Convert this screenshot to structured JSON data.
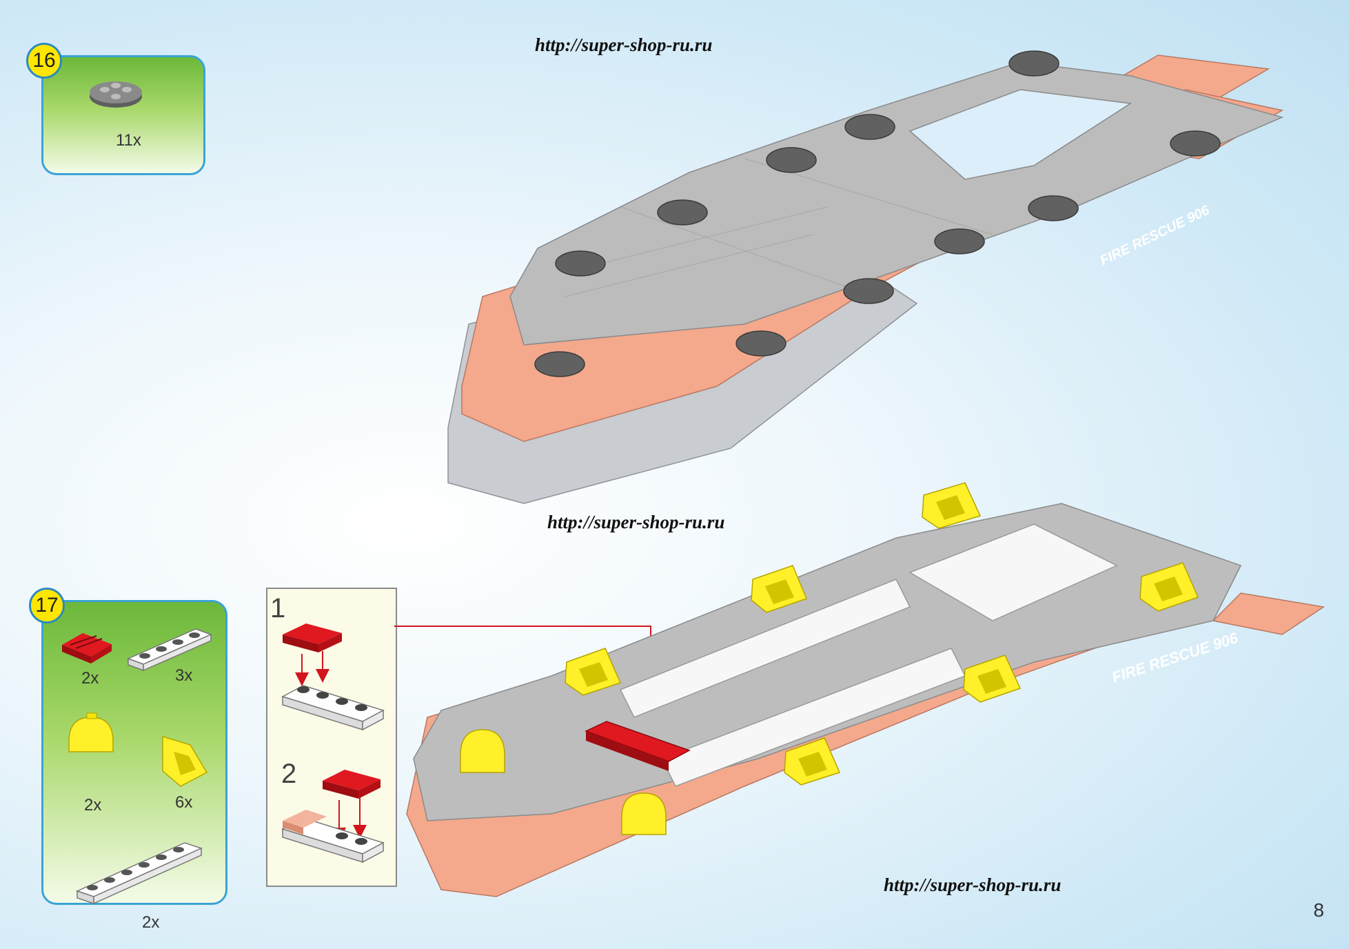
{
  "watermarks": {
    "top": "http://super-shop-ru.ru",
    "middle": "http://super-shop-ru.ru",
    "bottom": "http://super-shop-ru.ru"
  },
  "steps": [
    {
      "number": "16",
      "parts": [
        {
          "icon": "grey-round-plate-icon",
          "quantity": "11x"
        }
      ]
    },
    {
      "number": "17",
      "parts": [
        {
          "icon": "red-grille-tile-icon",
          "quantity": "2x"
        },
        {
          "icon": "white-plate-1x4-icon",
          "quantity": "3x"
        },
        {
          "icon": "yellow-dome-brick-icon",
          "quantity": "2x"
        },
        {
          "icon": "yellow-handle-bracket-icon",
          "quantity": "6x"
        },
        {
          "icon": "white-plate-1x6-icon",
          "quantity": "2x"
        }
      ],
      "substeps": [
        "1",
        "2"
      ]
    }
  ],
  "hull_text": {
    "upper": "FIRE RESCUE 906",
    "lower": "FIRE RESCUE 906"
  },
  "page_number": "8",
  "colors": {
    "hull_salmon": "#f4a88c",
    "deck_grey": "#b9b9b9",
    "stud_dark": "#6a6a6a",
    "brick_red": "#d3141d",
    "brick_yellow": "#ffee22",
    "frame_blue": "#3aa3d6"
  }
}
